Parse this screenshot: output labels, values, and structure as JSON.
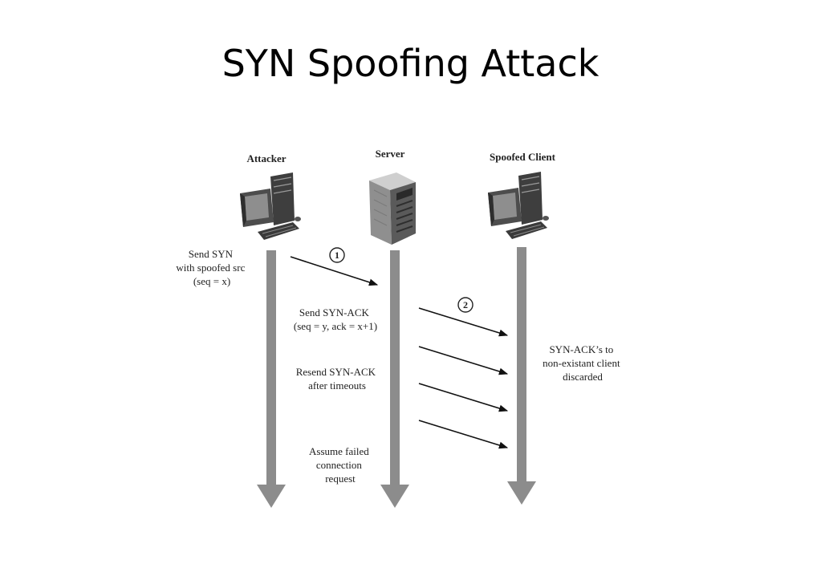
{
  "title": "SYN Spoofing Attack",
  "actors": {
    "attacker": "Attacker",
    "server": "Server",
    "client": "Spoofed Client"
  },
  "steps": {
    "step1": "1",
    "step2": "2"
  },
  "notes": {
    "send_syn": [
      "Send SYN",
      "with spoofed src",
      "(seq = x)"
    ],
    "send_synack": [
      "Send SYN-ACK",
      "(seq = y, ack = x+1)"
    ],
    "resend_synack": [
      "Resend SYN-ACK",
      "after timeouts"
    ],
    "assume_failed": [
      "Assume failed",
      "connection",
      "request"
    ],
    "discarded": [
      "SYN-ACK’s to",
      "non-existant client",
      "discarded"
    ]
  },
  "colors": {
    "lifeline": "#8c8c8c",
    "message": "#111111",
    "computer_dark": "#4a4a4a",
    "computer_mid": "#8a8a8a",
    "server_body": "#9a9a9a"
  },
  "icons": {
    "attacker": "desktop-computer-icon",
    "server": "server-tower-icon",
    "client": "desktop-computer-icon"
  }
}
